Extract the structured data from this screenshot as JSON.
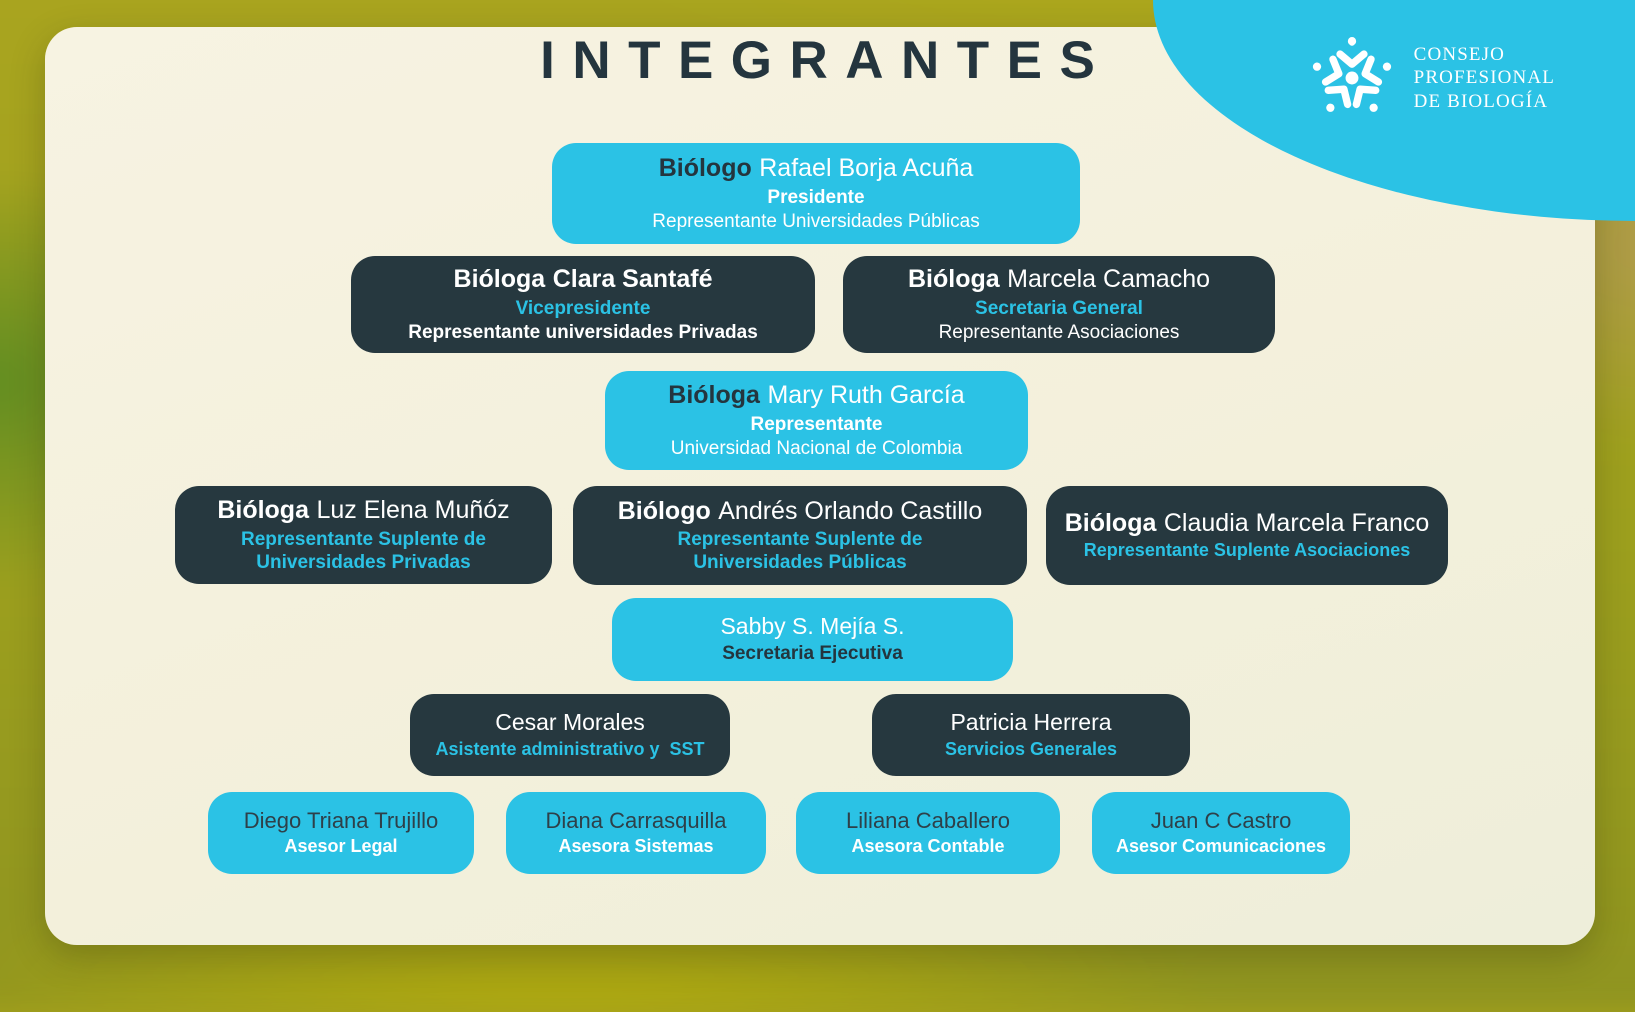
{
  "title": "INTEGRANTES",
  "logo": {
    "icon": "star-flower-icon",
    "line1": "CONSEJO",
    "line2": "PROFESIONAL",
    "line3": "DE BIOLOGÍA"
  },
  "colors": {
    "accent_cyan": "#2bc2e5",
    "dark_navy": "#26383f",
    "card_cream": "#f3f0db",
    "title_color": "#24353e"
  },
  "members": [
    {
      "prefix": "Biólogo",
      "name": "Rafael Borja Acuña",
      "role": "Presidente",
      "detail": "Representante Universidades Públicas"
    },
    {
      "prefix": "Bióloga",
      "name": "Clara Santafé",
      "role": "Vicepresidente",
      "detail": "Representante universidades Privadas"
    },
    {
      "prefix": "Bióloga",
      "name": "Marcela Camacho",
      "role": "Secretaria General",
      "detail": "Representante Asociaciones"
    },
    {
      "prefix": "Bióloga",
      "name": "Mary Ruth García",
      "role": "Representante",
      "detail": "Universidad Nacional de Colombia"
    },
    {
      "prefix": "Bióloga",
      "name": "Luz Elena Muñóz",
      "role": "Representante Suplente de Universidades Privadas"
    },
    {
      "prefix": "Biólogo",
      "name": "Andrés Orlando Castillo",
      "role": "Representante Suplente de Universidades Públicas"
    },
    {
      "prefix": "Bióloga",
      "name": "Claudia Marcela Franco",
      "role": "Representante Suplente Asociaciones"
    },
    {
      "name": "Sabby S. Mejía S.",
      "role": "Secretaria Ejecutiva"
    },
    {
      "name": "Cesar Morales",
      "role": "Asistente administrativo y  SST"
    },
    {
      "name": "Patricia Herrera",
      "role": "Servicios Generales"
    },
    {
      "name": "Diego Triana Trujillo",
      "role": "Asesor Legal"
    },
    {
      "name": "Diana Carrasquilla",
      "role": "Asesora Sistemas"
    },
    {
      "name": "Liliana Caballero",
      "role": "Asesora Contable"
    },
    {
      "name": "Juan C Castro",
      "role": "Asesor Comunicaciones"
    }
  ]
}
